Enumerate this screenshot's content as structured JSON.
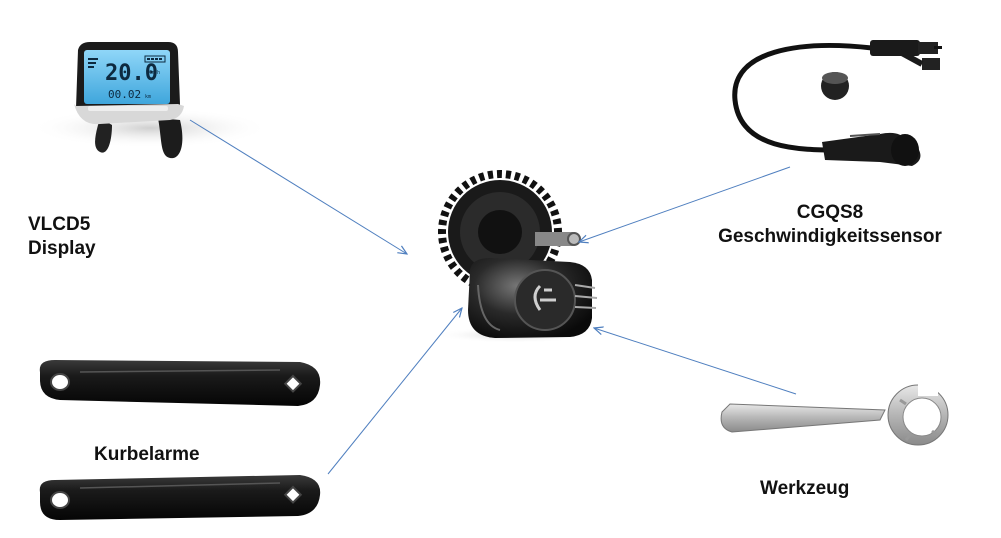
{
  "labels": {
    "display_line1": "VLCD5",
    "display_line2": "Display",
    "sensor_line1": "CGQS8",
    "sensor_line2": "Geschwindigkeitssensor",
    "crank": "Kurbelarme",
    "tool": "Werkzeug"
  },
  "display_screen": {
    "speed": "20.0",
    "unit": "Km/h",
    "odo": "00.02",
    "odo_unit": "km"
  },
  "colors": {
    "arrow": "#4f7fbf",
    "label": "#111111",
    "lcd": "#5bb8e8"
  }
}
